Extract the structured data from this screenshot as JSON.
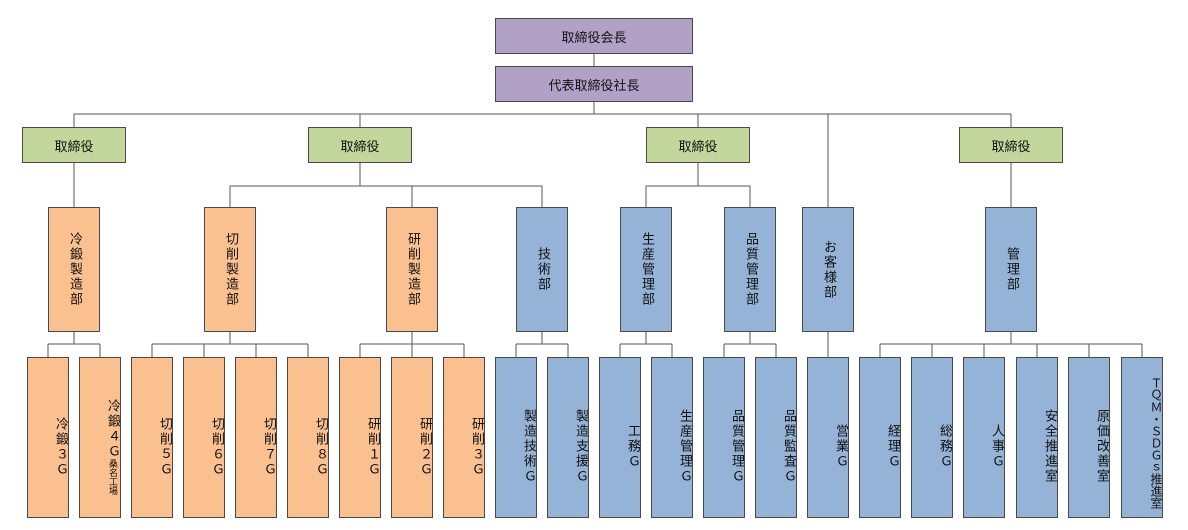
{
  "colors": {
    "purple": "#b2a1c7",
    "green": "#c3d69b",
    "orange": "#fac090",
    "blue": "#95b3d7"
  },
  "chairman": "取締役会長",
  "president": "代表取締役社長",
  "directors": [
    "取締役",
    "取締役",
    "取締役",
    "取締役"
  ],
  "departments": {
    "reiko": "冷鍛製造部",
    "sessaku": "切削製造部",
    "kensaku": "研削製造部",
    "gijutsu": "技術部",
    "seisan": "生産管理部",
    "hinshitsu": "品質管理部",
    "okyakusama": "お客様部",
    "kanri": "管理部"
  },
  "groups": {
    "reiko3": "冷鍛３Ｇ",
    "reiko4": "冷鍛４Ｇ",
    "reiko4_sub": "桑名工場",
    "sessaku5": "切削５Ｇ",
    "sessaku6": "切削６Ｇ",
    "sessaku7": "切削７Ｇ",
    "sessaku8": "切削８Ｇ",
    "kensaku1": "研削１Ｇ",
    "kensaku2": "研削２Ｇ",
    "kensaku3": "研削３Ｇ",
    "seizo_gijutsu": "製造技術Ｇ",
    "seizo_shien": "製造支援Ｇ",
    "koumu": "工務Ｇ",
    "seisan_kanri": "生産管理Ｇ",
    "hinshitsu_kanri": "品質管理Ｇ",
    "hinshitsu_kansa": "品質監査Ｇ",
    "eigyo": "営業Ｇ",
    "keiri": "経理Ｇ",
    "soumu": "総務Ｇ",
    "jinji": "人事Ｇ",
    "anzen": "安全推進室",
    "genka": "原価改善室",
    "tqm": "ＴＱＭ・ＳＤＧｓ推進室"
  }
}
